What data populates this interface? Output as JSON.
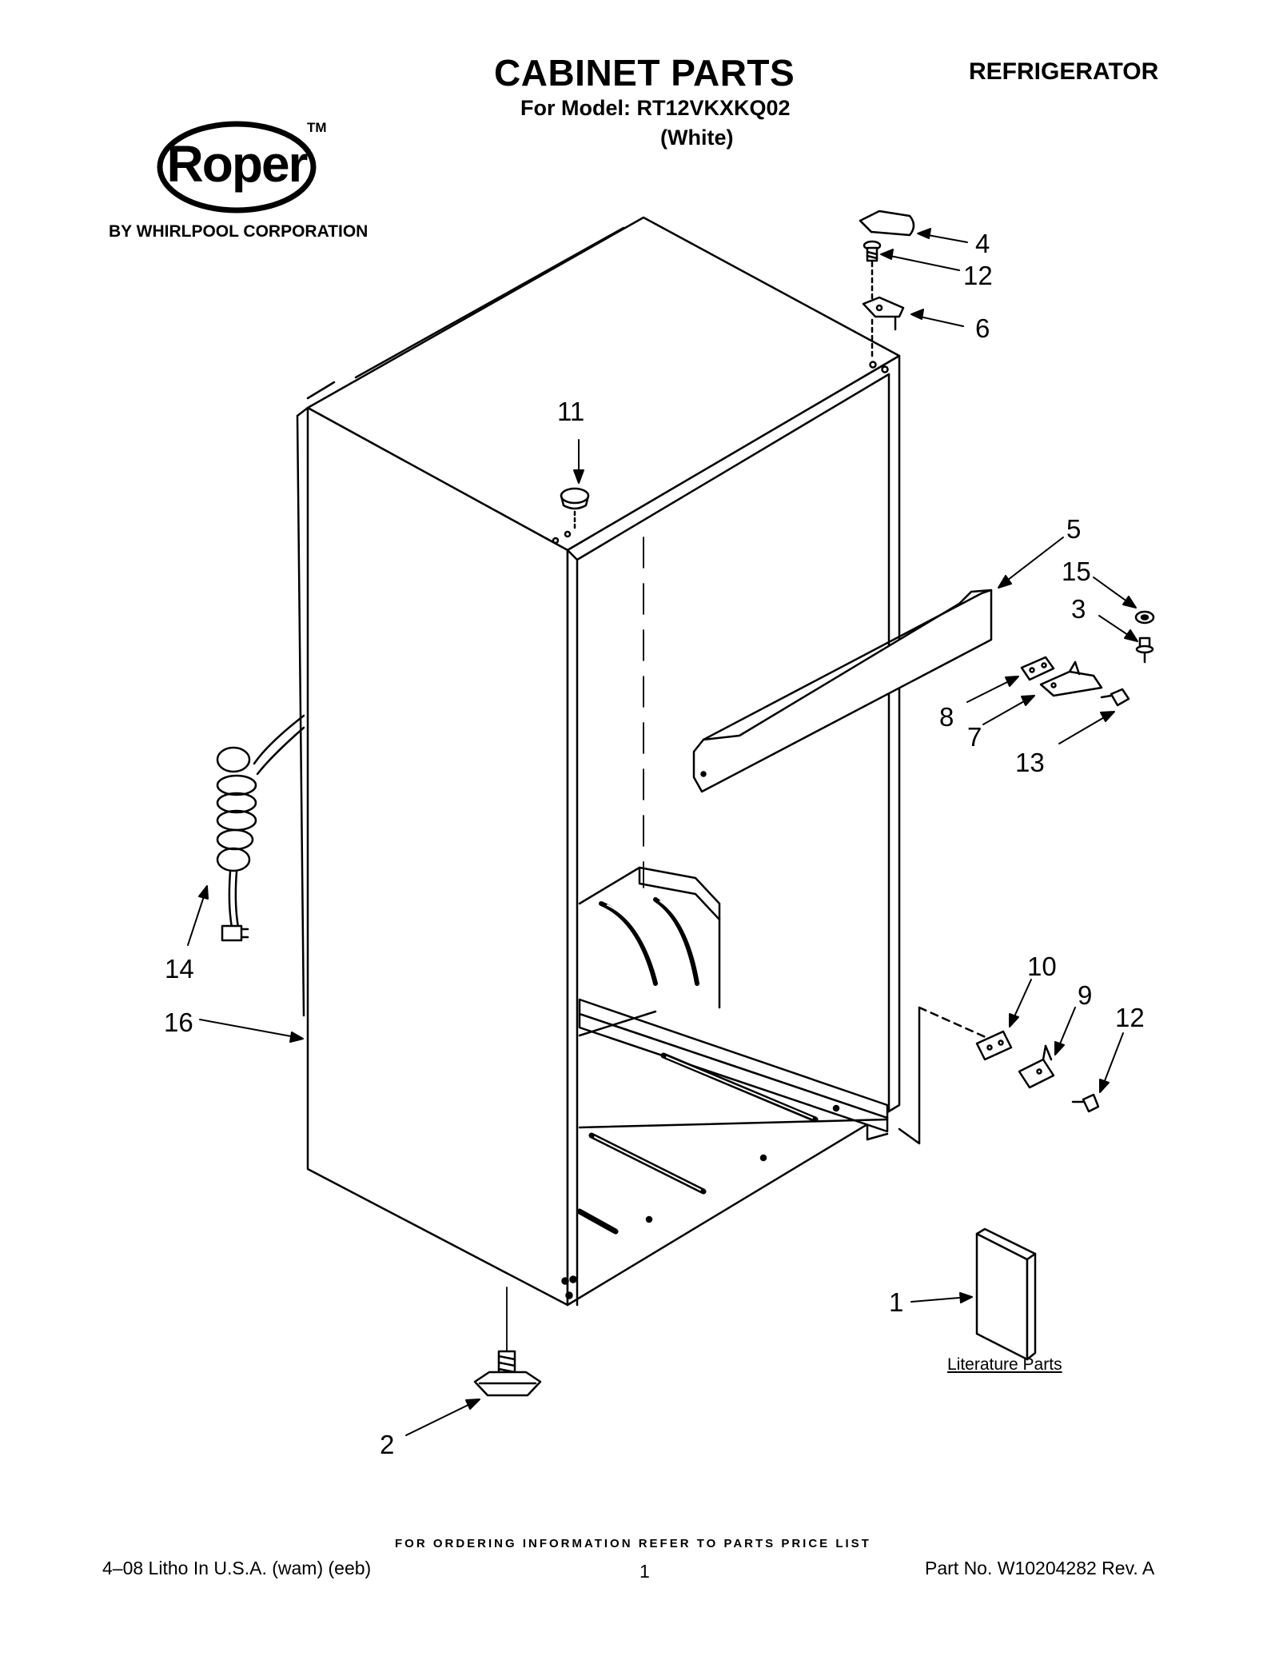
{
  "header": {
    "title": "CABINET PARTS",
    "model_line": "For Model: RT12VKXKQ02",
    "color_line": "(White)",
    "appliance": "REFRIGERATOR"
  },
  "brand": {
    "logo_text": "Roper",
    "trademark": "TM",
    "byline": "BY WHIRLPOOL CORPORATION"
  },
  "diagram": {
    "callouts": [
      "4",
      "12",
      "6",
      "11",
      "5",
      "15",
      "3",
      "8",
      "7",
      "13",
      "14",
      "16",
      "10",
      "9",
      "12",
      "1",
      "2"
    ],
    "literature_label": "Literature Parts"
  },
  "footer": {
    "ordering_note": "FOR ORDERING INFORMATION REFER TO PARTS PRICE LIST",
    "litho": "4–08 Litho In U.S.A. (wam) (eeb)",
    "page_number": "1",
    "part_number": "Part No. W10204282 Rev. A"
  },
  "colors": {
    "ink": "#000000",
    "paper": "#ffffff"
  }
}
